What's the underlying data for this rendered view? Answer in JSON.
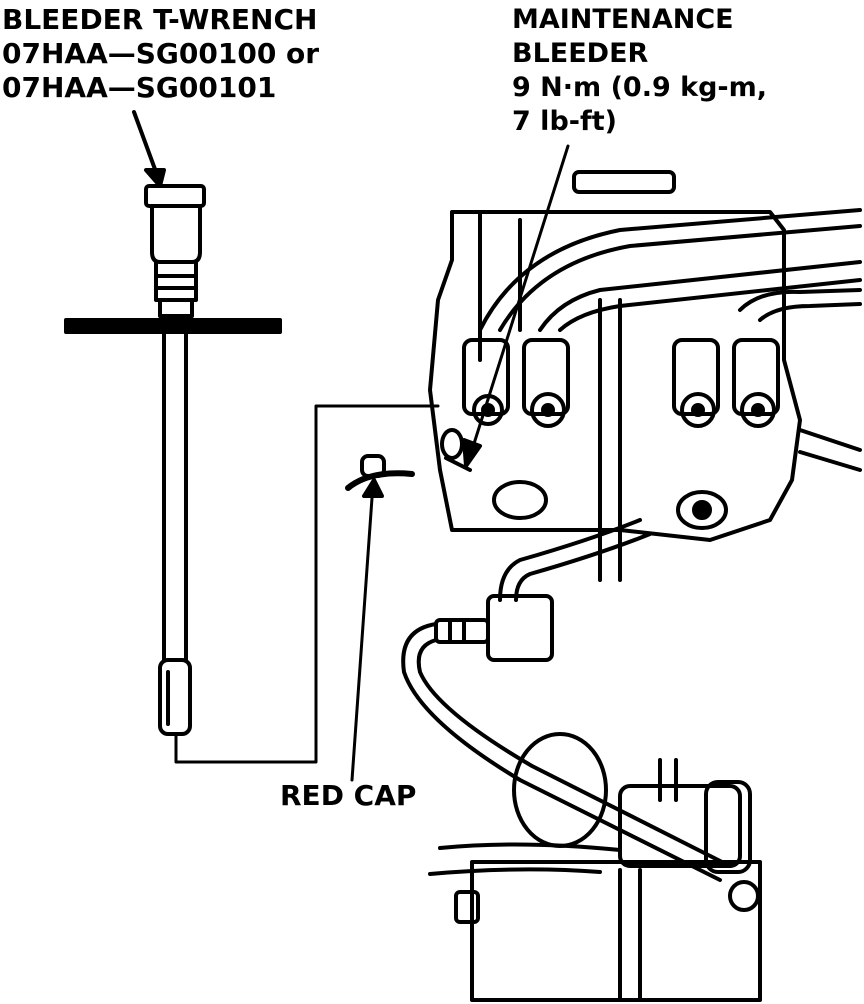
{
  "labels": {
    "tool": {
      "line1": "BLEEDER T-WRENCH",
      "line2": "07HAA—SG00100 or",
      "line3": "07HAA—SG00101"
    },
    "maintenance_bleeder": {
      "line1": "MAINTENANCE",
      "line2": "BLEEDER",
      "line3": "9 N·m (0.9 kg-m,",
      "line4": "7 lb-ft)"
    },
    "red_cap": "RED CAP"
  },
  "colors": {
    "ink": "#000000",
    "paper": "#ffffff"
  }
}
